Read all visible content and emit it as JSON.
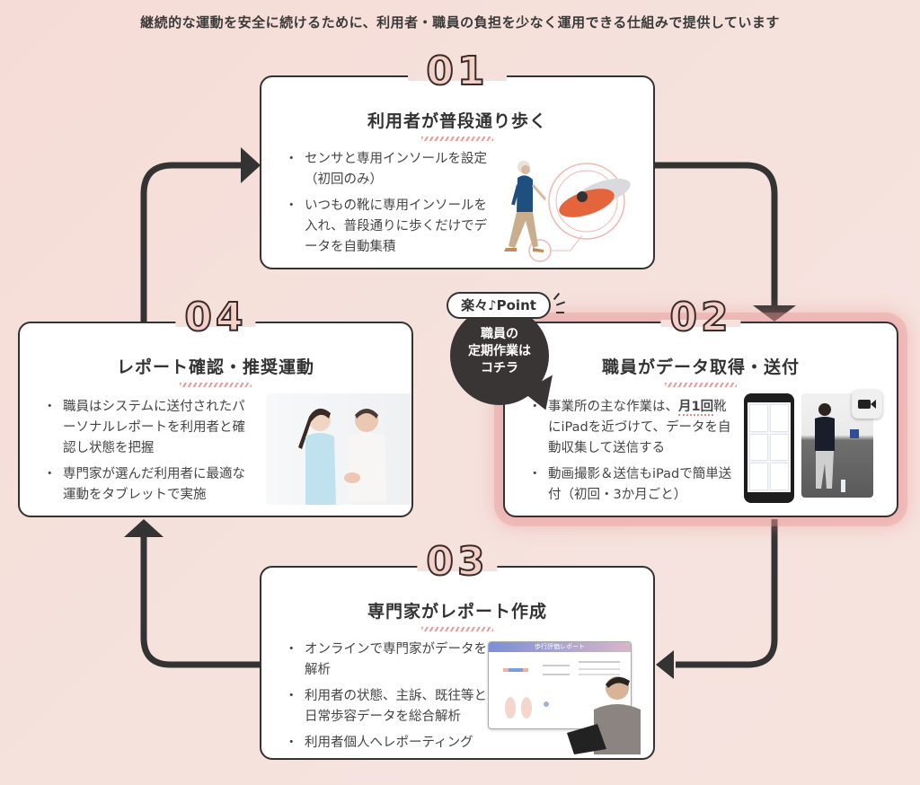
{
  "headline": "継続的な運動を安全に続けるために、利用者・職員の負担を少なく運用できる仕組みで提供しています",
  "steps": [
    {
      "number": "01",
      "title": "利用者が普段通り歩く",
      "bullets": [
        "センサと専用インソールを設定（初回のみ）",
        "いつもの靴に専用インソールを入れ、普段通りに歩くだけでデータを自動集積"
      ],
      "image": "walking-person-with-insole"
    },
    {
      "number": "02",
      "title": "職員がデータ取得・送付",
      "bullets_pre": "事業所の主な作業は、",
      "bullets_bold": "月1回",
      "bullets_post": "靴にiPadを近づけて、データを自動収集して送信する",
      "bullet2": "動画撮影＆送信もiPadで簡単送付（初回・3か月ごと）",
      "image": "smartphone-app-and-walking-video"
    },
    {
      "number": "03",
      "title": "専門家がレポート作成",
      "bullets": [
        "オンラインで専門家がデータを解析",
        "利用者の状態、主訴、既往等と日常歩容データを総合解析",
        "利用者個人へレポーティング"
      ],
      "image": "expert-with-laptop-and-report",
      "report_header": "歩行評価レポート"
    },
    {
      "number": "04",
      "title": "レポート確認・推奨運動",
      "bullets": [
        "職員はシステムに送付されたパーソナルレポートを利用者と確認し状態を把握",
        "専門家が選んだ利用者に最適な運動をタブレットで実施"
      ],
      "image": "caregiver-with-elderly-woman"
    }
  ],
  "callout": {
    "pill": "楽々♪Point",
    "text_lines": [
      "職員の",
      "定期作業は",
      "コチラ"
    ]
  },
  "colors": {
    "background": "#f6dcd6",
    "card_border": "#333333",
    "number_fill": "#f2d0c8",
    "accent": "#e88a84",
    "arrow": "#333333"
  }
}
